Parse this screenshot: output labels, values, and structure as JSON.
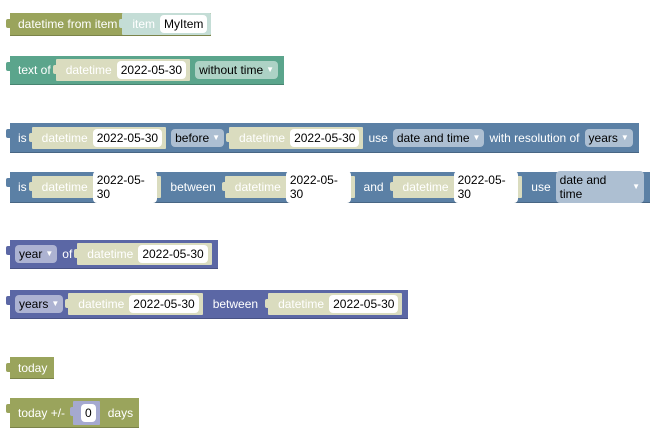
{
  "colors": {
    "date_block": "#9aa45c",
    "text_block": "#5ba58c",
    "logic_block": "#5b80a5",
    "math_block": "#5b67a5",
    "datetime_input": "#dadcbf",
    "item_input": "#c4ddd6"
  },
  "b1": {
    "label": "datetime from item",
    "item_label": "item",
    "item_value": "MyItem"
  },
  "b2": {
    "label": "text of",
    "dt_label": "datetime",
    "dt_value": "2022-05-30",
    "format": "without time"
  },
  "b3": {
    "label": "is",
    "dt1_label": "datetime",
    "dt1_value": "2022-05-30",
    "op": "before",
    "dt2_label": "datetime",
    "dt2_value": "2022-05-30",
    "use": "use",
    "mode": "date and time",
    "res_label": "with resolution of",
    "res": "years"
  },
  "b4": {
    "label": "is",
    "dt1_label": "datetime",
    "dt1_value": "2022-05-30",
    "between": "between",
    "dt2_label": "datetime",
    "dt2_value": "2022-05-30",
    "and": "and",
    "dt3_label": "datetime",
    "dt3_value": "2022-05-30",
    "use": "use",
    "mode": "date and time"
  },
  "b5": {
    "unit": "year",
    "of": "of",
    "dt_label": "datetime",
    "dt_value": "2022-05-30"
  },
  "b6": {
    "unit": "years",
    "dt1_label": "datetime",
    "dt1_value": "2022-05-30",
    "between": "between",
    "dt2_label": "datetime",
    "dt2_value": "2022-05-30"
  },
  "b7": {
    "label": "today"
  },
  "b8": {
    "label": "today +/-",
    "value": "0",
    "days": "days"
  }
}
